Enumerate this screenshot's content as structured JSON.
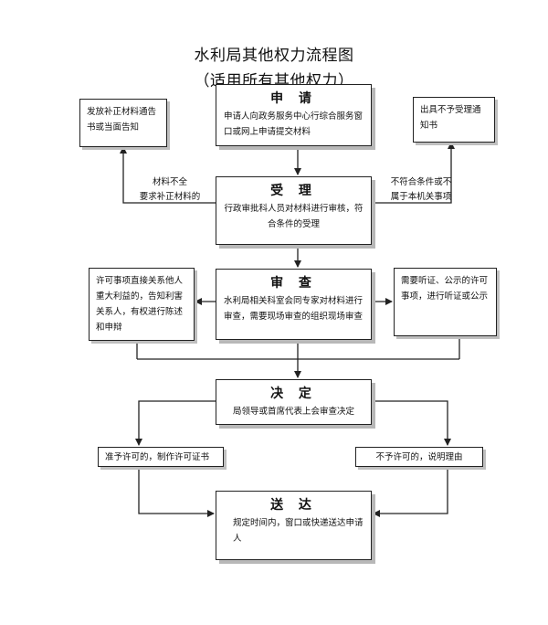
{
  "title": "水利局其他权力流程图",
  "subtitle": "（适用所有其他权力）",
  "main_steps": [
    {
      "heading": "申 请",
      "text": "申请人向政务服务中心行综合服务窗口或网上申请提交材料"
    },
    {
      "heading": "受 理",
      "text": "行政审批科人员对材料进行审核，符合条件的受理"
    },
    {
      "heading": "审 查",
      "text": "水利局相关科室会同专家对材料进行审查，需要现场审查的组织现场审查"
    },
    {
      "heading": "决 定",
      "text": "局领导或首席代表上会审查决定"
    },
    {
      "heading": "送 达",
      "text": "规定时间内，窗口或快递送达申请人"
    }
  ],
  "side_boxes": {
    "supplement_notice": "发放补正材料通告书或当面告知",
    "reject_notice": "出具不予受理通知书",
    "stakeholder_notice": "许可事项直接关系他人重大利益的，告知利害关系人，有权进行陈述和申辩",
    "hearing_notice": "需要听证、公示的许可事项，进行听证或公示",
    "approve": "准予许可的，制作许可证书",
    "deny": "不予许可的，说明理由"
  },
  "labels": {
    "incomplete_l1": "材料不全",
    "incomplete_l2": "要求补正材料的",
    "not_eligible_l1": "不符合条件或不",
    "not_eligible_l2": "属于本机关事项"
  }
}
